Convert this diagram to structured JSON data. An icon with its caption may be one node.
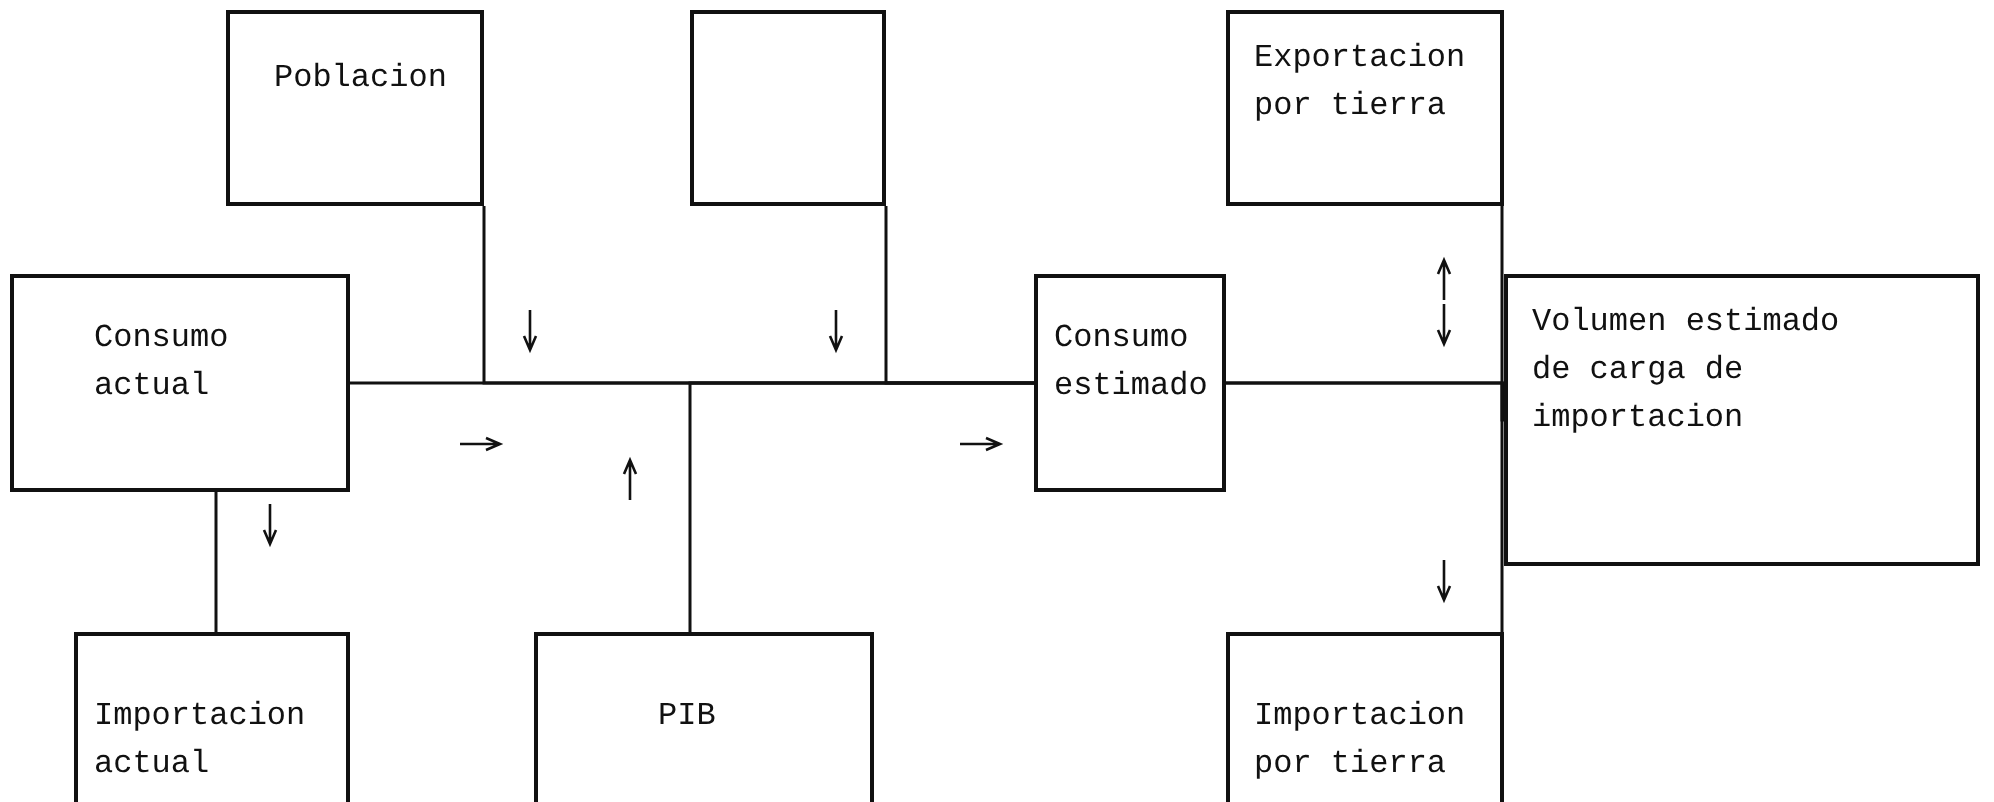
{
  "diagram": {
    "nodes": [
      {
        "text": [
          "Poblacion"
        ]
      },
      {
        "text": [],
        "shape": "box"
      },
      {
        "text": [
          "Exportacion por tierra"
        ]
      },
      {
        "text": [
          "Consumo actual"
        ]
      },
      {
        "text": [
          "Consumo estimado"
        ]
      },
      {
        "text": [
          "Volumen estimado de carga de importacion"
        ]
      },
      {
        "text": [
          "Importacion actual"
        ]
      },
      {
        "text": [
          "PIB"
        ]
      },
      {
        "text": [
          "Importacion por tierra"
        ]
      }
    ],
    "edges": [
      {
        "from": 0,
        "to": 4,
        "arrow": "none"
      },
      {
        "from": 1,
        "to": 4,
        "arrow": "none"
      },
      {
        "from": 3,
        "to": 4,
        "arrow": "none"
      },
      {
        "from": 7,
        "to": 4,
        "arrow": "none"
      },
      {
        "from": 3,
        "to": 6,
        "arrow": "none"
      },
      {
        "from": 4,
        "to": 5,
        "arrow": "none"
      },
      {
        "from": 2,
        "to": 5,
        "arrow": "none"
      },
      {
        "from": 4,
        "to": 8,
        "arrow": "none"
      }
    ]
  }
}
